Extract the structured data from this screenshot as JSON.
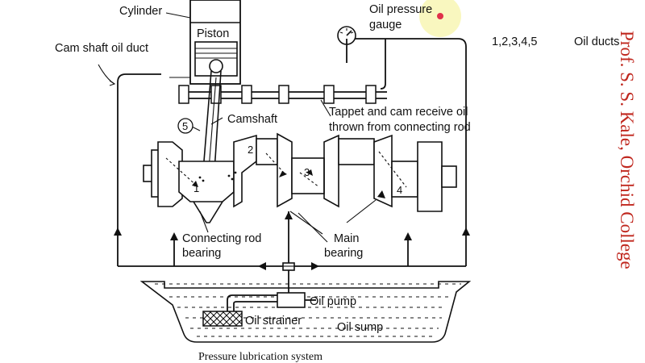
{
  "labels": {
    "cylinder": "Cylinder",
    "piston": "Piston",
    "cam_shaft_oil_duct": "Cam shaft oil duct",
    "oil_pressure_gauge_line1": "Oil pressure",
    "oil_pressure_gauge_line2": "gauge",
    "oil_ducts_numbers": "1,2,3,4,5",
    "oil_ducts": "Oil ducts",
    "camshaft": "Camshaft",
    "tappet_line1": "Tappet and cam receive oil",
    "tappet_line2": "thrown from connecting rod",
    "connecting_rod_line1": "Connecting rod",
    "connecting_rod_line2": "bearing",
    "main_line1": "Main",
    "main_line2": "bearing",
    "oil_pump": "Oil pump",
    "oil_strainer": "Oil strainer",
    "oil_sump": "Oil sump",
    "caption": "Pressure lubrication system"
  },
  "duct_numbers": {
    "d1": "1",
    "d2": "2",
    "d3": "3",
    "d4": "4",
    "d5": "5"
  },
  "watermark": "Prof. S. S. Kale, Orchid College",
  "colors": {
    "ink": "#111111",
    "watermark": "#c0271e",
    "highlight": "#f4f08a",
    "pointer": "#e0304a"
  }
}
